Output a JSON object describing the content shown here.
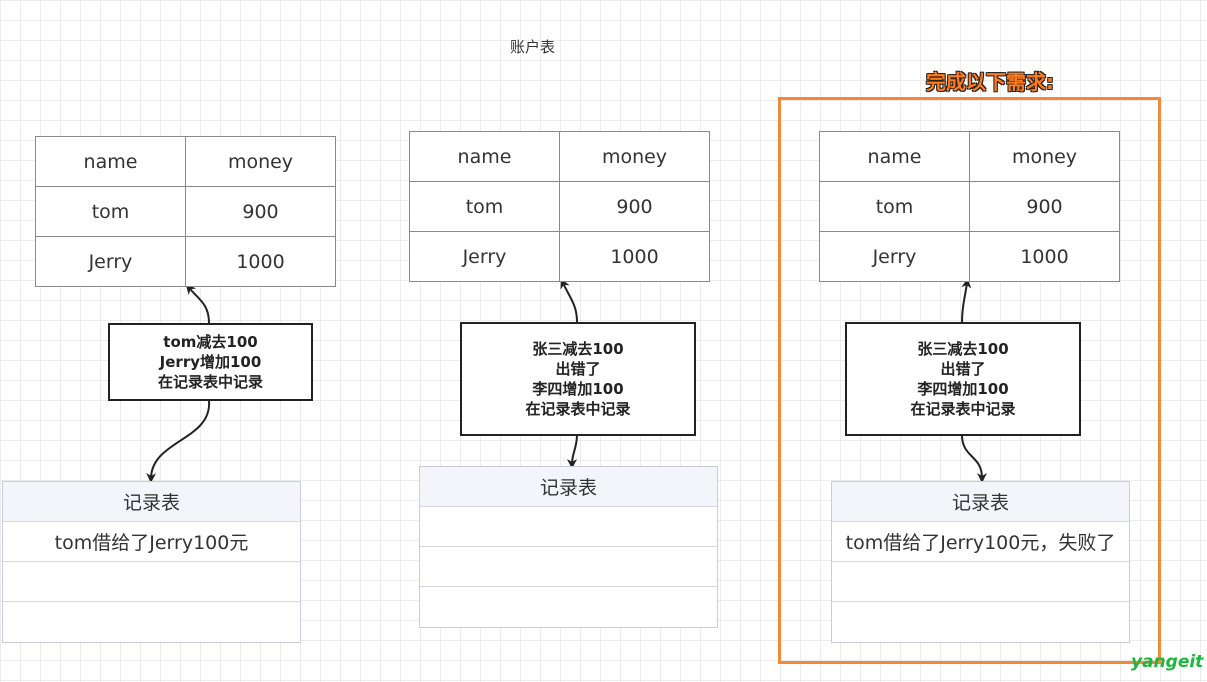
{
  "page_title": "账户表",
  "requirement_title": "完成以下需求:",
  "columns": [
    "name",
    "money"
  ],
  "tables": [
    {
      "rows": [
        [
          "tom",
          "900"
        ],
        [
          "Jerry",
          "1000"
        ]
      ]
    },
    {
      "rows": [
        [
          "tom",
          "900"
        ],
        [
          "Jerry",
          "1000"
        ]
      ]
    },
    {
      "rows": [
        [
          "tom",
          "900"
        ],
        [
          "Jerry",
          "1000"
        ]
      ]
    }
  ],
  "notes": [
    [
      "tom减去100",
      "Jerry增加100",
      "在记录表中记录"
    ],
    [
      "张三减去100",
      "出错了",
      "李四增加100",
      "在记录表中记录"
    ],
    [
      "张三减去100",
      "出错了",
      "李四增加100",
      "在记录表中记录"
    ]
  ],
  "records": [
    {
      "header": "记录表",
      "rows": [
        "tom借给了Jerry100元",
        "",
        ""
      ]
    },
    {
      "header": "记录表",
      "rows": [
        "",
        "",
        ""
      ]
    },
    {
      "header": "记录表",
      "rows": [
        "tom借给了Jerry100元，失败了",
        "",
        ""
      ]
    }
  ],
  "watermark": "yangeit",
  "colors": {
    "highlight_border": "#f08a3a",
    "highlight_text": "#ff7a1a",
    "watermark": "#1cb83d"
  }
}
